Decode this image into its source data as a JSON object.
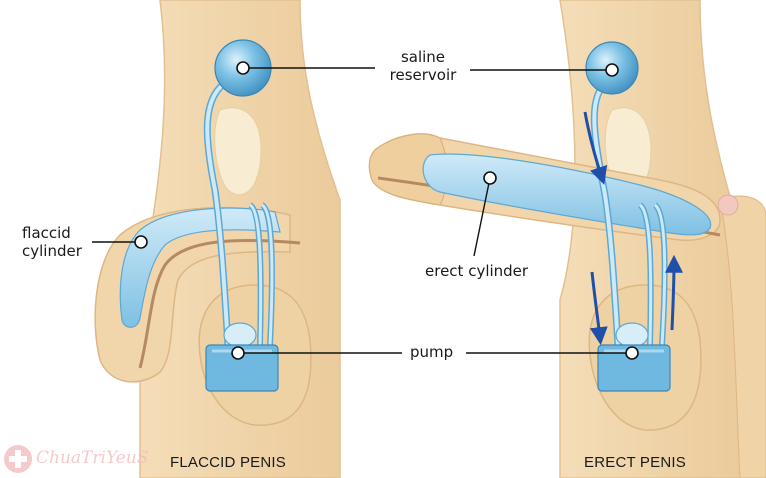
{
  "labels": {
    "saline_reservoir_line1": "saline",
    "saline_reservoir_line2": "reservoir",
    "flaccid_cylinder_line1": "flaccid",
    "flaccid_cylinder_line2": "cylinder",
    "erect_cylinder": "erect cylinder",
    "pump": "pump"
  },
  "captions": {
    "left": "FLACCID PENIS",
    "right": "ERECT PENIS"
  },
  "watermark": {
    "text": "ChuaTriYeuS"
  },
  "colors": {
    "skin": "#f0d6ad",
    "skin_shadow": "#e3bf8c",
    "reservoir_blue": "#7ec3e6",
    "tube_blue": "#b7def2",
    "pump_blue": "#6fb8e0",
    "arrow_blue": "#1f4fa8",
    "urethra": "#b58a63"
  }
}
